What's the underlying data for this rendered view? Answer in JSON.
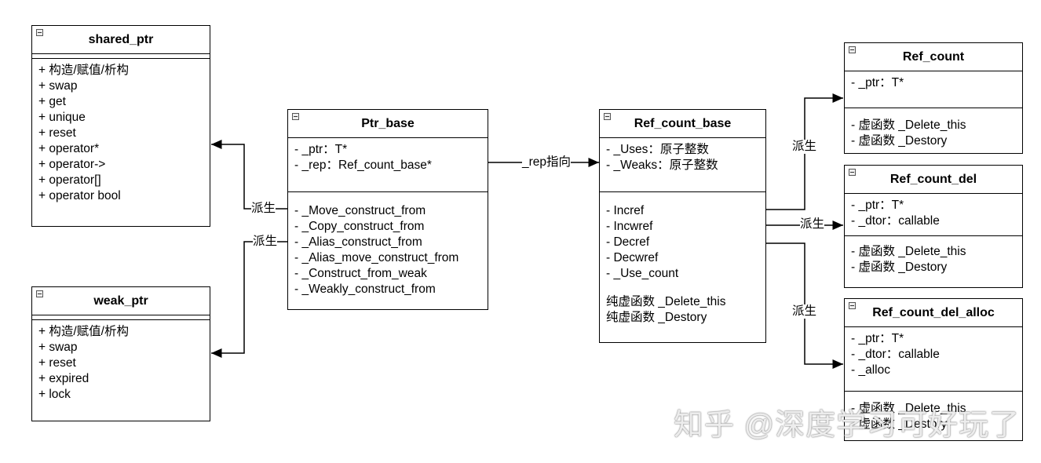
{
  "classes": {
    "shared_ptr": {
      "name": "shared_ptr",
      "attributes": [],
      "methods": [
        "+ 构造/赋值/析构",
        "+ swap",
        "+ get",
        "+ unique",
        "+ reset",
        "+ operator*",
        "+ operator->",
        "+ operator[]",
        "+ operator bool"
      ]
    },
    "weak_ptr": {
      "name": "weak_ptr",
      "attributes": [],
      "methods": [
        "+ 构造/赋值/析构",
        "+ swap",
        "+ reset",
        "+ expired",
        "+ lock"
      ]
    },
    "ptr_base": {
      "name": "Ptr_base",
      "attributes": [
        "- _ptr：T*",
        "- _rep：Ref_count_base*"
      ],
      "methods": [
        "- _Move_construct_from",
        "- _Copy_construct_from",
        "- _Alias_construct_from",
        "- _Alias_move_construct_from",
        "- _Construct_from_weak",
        "- _Weakly_construct_from"
      ]
    },
    "ref_count_base": {
      "name": "Ref_count_base",
      "attributes": [
        "- _Uses：原子整数",
        "- _Weaks：原子整数"
      ],
      "methods": [
        "- Incref",
        "- Incwref",
        "- Decref",
        "- Decwref",
        "- _Use_count"
      ],
      "pure_virtual": [
        "纯虚函数 _Delete_this",
        "纯虚函数 _Destory"
      ]
    },
    "ref_count": {
      "name": "Ref_count",
      "attributes": [
        "- _ptr：T*"
      ],
      "methods": [
        "- 虚函数 _Delete_this",
        "- 虚函数 _Destory"
      ]
    },
    "ref_count_del": {
      "name": "Ref_count_del",
      "attributes": [
        "- _ptr：T*",
        "- _dtor：callable"
      ],
      "methods": [
        "- 虚函数 _Delete_this",
        "- 虚函数 _Destory"
      ]
    },
    "ref_count_del_alloc": {
      "name": "Ref_count_del_alloc",
      "attributes": [
        "- _ptr：T*",
        "- _dtor：callable",
        "- _alloc"
      ],
      "methods": [
        "- 虚函数 _Delete_this",
        "- 虚函数 _Destory"
      ]
    }
  },
  "edges": {
    "derive_label_1": "派生",
    "derive_label_2": "派生",
    "rep_label": "_rep指向",
    "derive_label_3": "派生",
    "derive_label_4": "派生",
    "derive_label_5": "派生"
  },
  "watermark": "知乎 @深度学习可好玩了"
}
